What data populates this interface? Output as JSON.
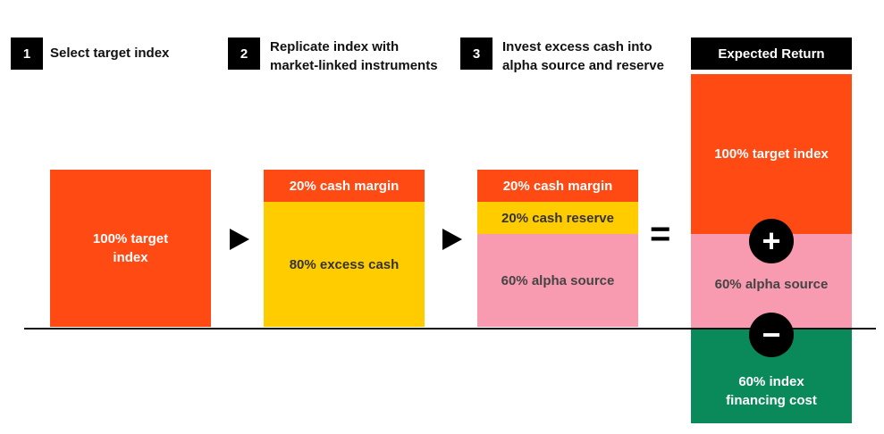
{
  "steps": [
    {
      "number": "1",
      "label": "Select target index"
    },
    {
      "number": "2",
      "label": "Replicate index with market-linked instruments"
    },
    {
      "number": "3",
      "label": "Invest excess cash into alpha source and reserve"
    }
  ],
  "expected_return": {
    "header": "Expected Return",
    "index": "100% target index",
    "alpha": "60% alpha source",
    "financing": "60% index financing cost",
    "plus_icon": "+",
    "minus_icon": "−"
  },
  "col1": {
    "index": "100% target index"
  },
  "col2": {
    "margin": "20% cash margin",
    "excess": "80% excess cash"
  },
  "col3": {
    "margin": "20% cash margin",
    "reserve": "20% cash reserve",
    "alpha": "60% alpha source"
  },
  "equals": "=",
  "colors": {
    "orange": "#FF4A14",
    "yellow": "#FFCC00",
    "pink": "#F99BB0",
    "green": "#0A8A5A"
  }
}
